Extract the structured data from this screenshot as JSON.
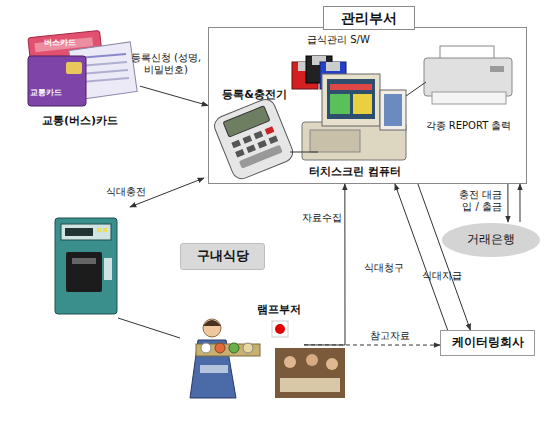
{
  "diagram": {
    "nodes": [
      {
        "text": [
          "관리부서"
        ]
      },
      {
        "text": [
          "교통(버스)카드"
        ]
      },
      {
        "text": [
          "등록&충전기"
        ],
        "in": 0
      },
      {
        "text": [
          "급식관리 S/W"
        ],
        "in": 0
      },
      {
        "text": [
          "터치스크린 컴퓨터"
        ],
        "in": 0
      },
      {
        "text": [
          "각종 REPORT 출력"
        ],
        "in": 0
      },
      {
        "text": [
          "구내식당"
        ]
      },
      {
        "text": [
          "램프부저"
        ]
      },
      {
        "text": [
          "거래은행"
        ]
      },
      {
        "text": [
          "케이터링회사"
        ]
      }
    ],
    "edges": [
      {
        "from": 1,
        "to": 0,
        "label": "등록신청 (성명,비밀번호)",
        "arrow": "to"
      },
      {
        "from": 0,
        "to": 8,
        "label": "충전 대금 입 / 출금",
        "arrow": "to"
      },
      {
        "from": 8,
        "to": 0,
        "arrow": "to"
      },
      {
        "from": 9,
        "to": 0,
        "label": "식대청구",
        "arrow": "to"
      },
      {
        "from": 0,
        "to": 9,
        "label": "식대지급",
        "arrow": "to"
      },
      {
        "from": 7,
        "to": 0,
        "label": "자료수집",
        "arrow": "to"
      },
      {
        "from": 7,
        "to": 9,
        "label": "참고자료",
        "arrow": "to"
      }
    ],
    "labels": [
      "버스카드",
      "교통카드",
      "식대충전"
    ]
  }
}
